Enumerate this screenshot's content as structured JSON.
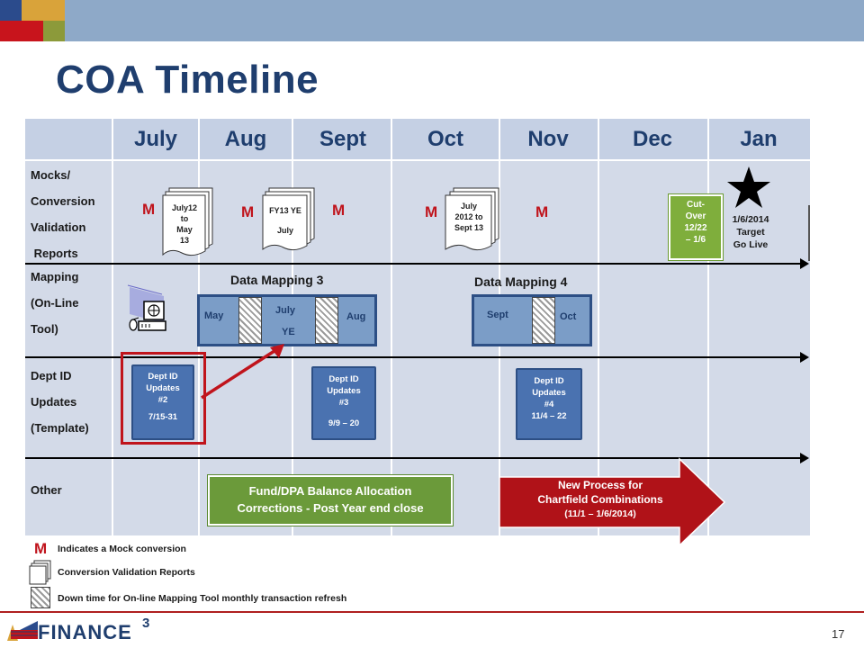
{
  "page": {
    "title": "COA Timeline",
    "page_number": "17"
  },
  "columns": [
    "July",
    "Aug",
    "Sept",
    "Oct",
    "Nov",
    "Dec",
    "Jan"
  ],
  "rows": {
    "mocks": [
      "Mocks/",
      "Conversion",
      "Validation",
      " Reports"
    ],
    "mapping": [
      "Mapping",
      "(On-Line",
      "Tool)"
    ],
    "dept": [
      "Dept ID",
      "Updates",
      "(Template)"
    ],
    "other": [
      "Other"
    ]
  },
  "mock_marker": "M",
  "docs": {
    "doc1": [
      "July12",
      "to",
      "May",
      "13"
    ],
    "doc2": [
      "FY13 YE",
      "July"
    ],
    "doc3": [
      "July",
      "2012 to",
      "Sept 13"
    ]
  },
  "cutover": [
    "Cut-",
    "Over",
    "12/22",
    "– 1/6"
  ],
  "golive": [
    "1/6/2014",
    "Target",
    "Go Live"
  ],
  "data_mapping_3": {
    "label": "Data Mapping 3",
    "may": "May",
    "july": "July",
    "ye": "YE",
    "aug": "Aug"
  },
  "data_mapping_4": {
    "label": "Data Mapping 4",
    "sept": "Sept",
    "oct": "Oct"
  },
  "dept_updates": {
    "u2": [
      "Dept ID",
      "Updates",
      "#2",
      "7/15-31"
    ],
    "u3": [
      "Dept ID",
      "Updates",
      "#3",
      "9/9 – 20"
    ],
    "u4": [
      "Dept ID",
      "Updates",
      "#4",
      "11/4 – 22"
    ]
  },
  "fund_box": [
    "Fund/DPA Balance Allocation",
    "Corrections - Post Year end close"
  ],
  "new_process": [
    "New Process for",
    "Chartfield Combinations",
    "(11/1 – 1/6/2014)"
  ],
  "legend": {
    "m": "M",
    "mock": "Indicates a Mock conversion",
    "validation": "Conversion Validation Reports",
    "downtime": "Down time for On-line Mapping Tool monthly transaction refresh"
  },
  "logo": {
    "text": "FINANCE",
    "superscript": "3"
  },
  "colors": {
    "title": "#1f3e6e",
    "grid": "#d3dae8",
    "blue_box": "#4a72b0",
    "green_box": "#6b9a3a",
    "red_arrow": "#b01218",
    "mock_red": "#c0141c"
  }
}
